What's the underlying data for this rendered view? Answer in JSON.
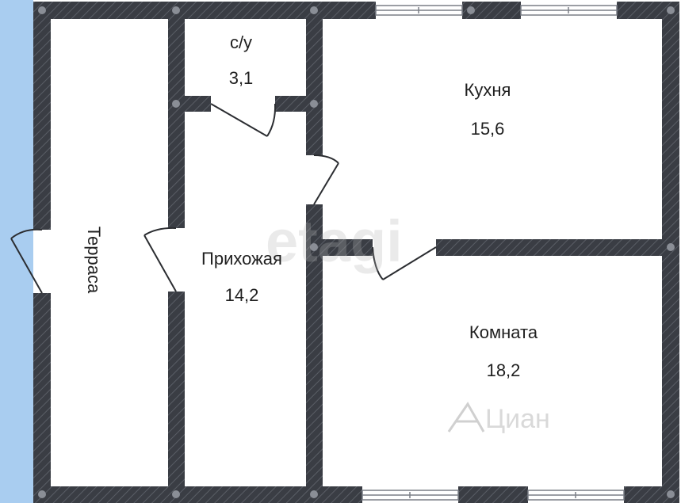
{
  "rooms": {
    "bathroom": {
      "name": "с/у",
      "area": "3,1"
    },
    "kitchen": {
      "name": "Кухня",
      "area": "15,6"
    },
    "hallway": {
      "name": "Прихожая",
      "area": "14,2"
    },
    "room": {
      "name": "Комната",
      "area": "18,2"
    },
    "terrace": {
      "name": "Терраса"
    }
  },
  "watermarks": {
    "etagi": "etagi",
    "cian": "Циан"
  },
  "colors": {
    "wall": "#3a3d44",
    "wall_hatch": "#5a5e66",
    "page_background": "#ffffff",
    "left_edge": "#a9cdf0",
    "text": "#1f1f1f",
    "watermark": "#d0d0d0"
  },
  "icons": {
    "cian_logo": "cian-logo-icon"
  }
}
